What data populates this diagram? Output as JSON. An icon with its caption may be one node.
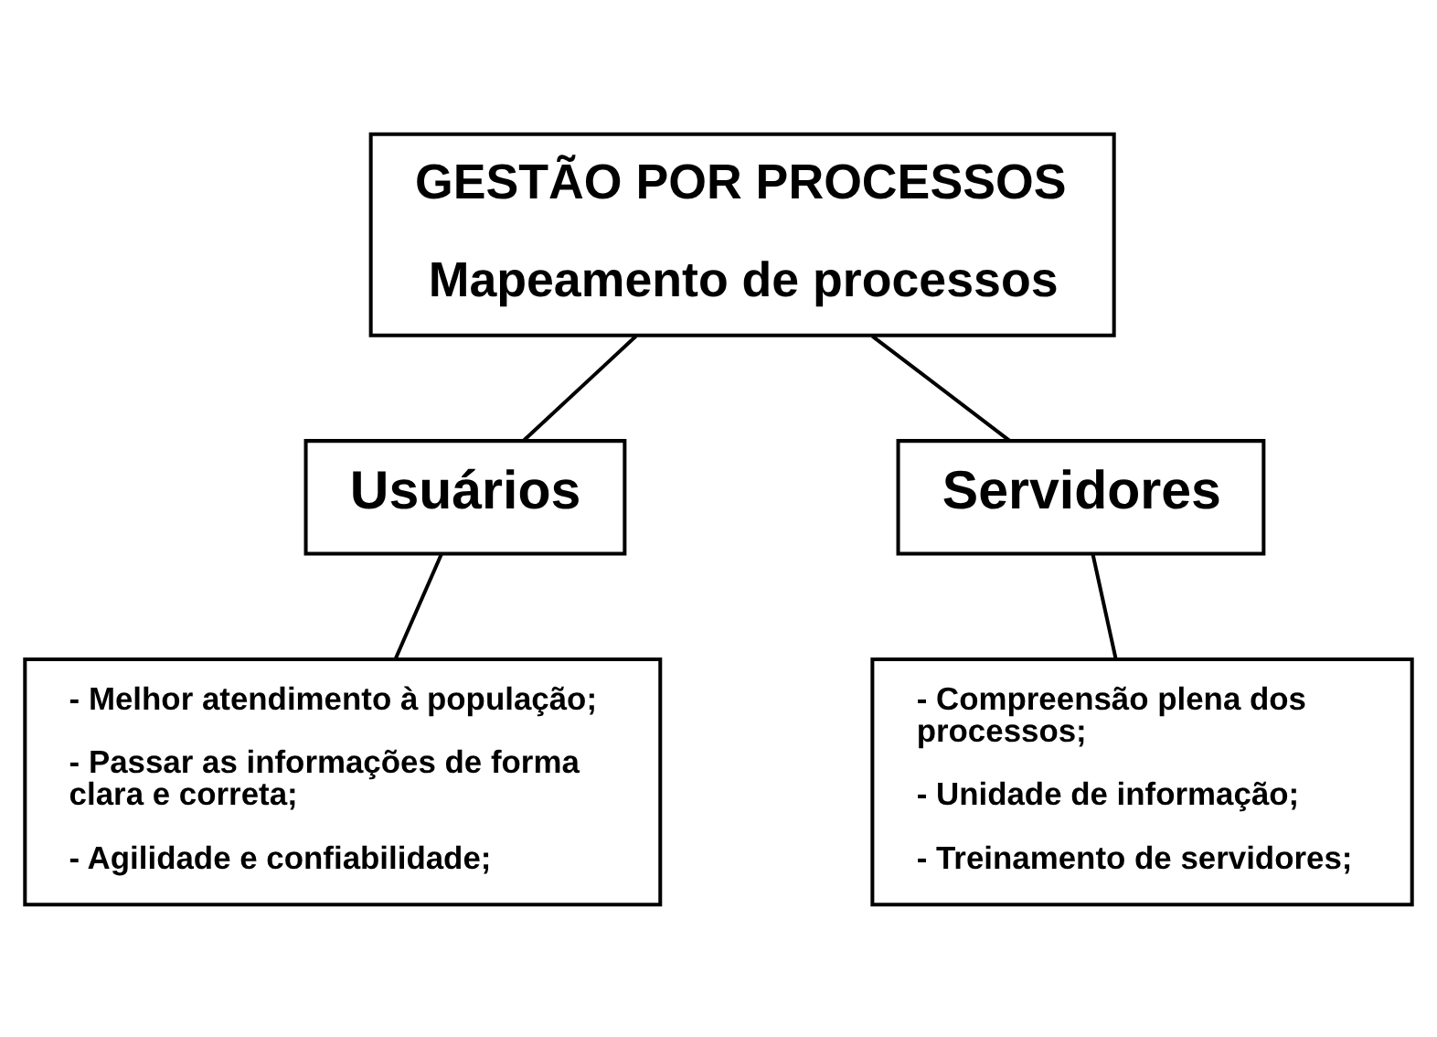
{
  "diagram": {
    "nodes": [
      {
        "text": [
          "GESTÃO POR PROCESSOS",
          "Mapeamento de processos"
        ]
      },
      {
        "text": [
          "Usuários"
        ]
      },
      {
        "text": [
          "Servidores"
        ]
      },
      {
        "text": [
          "- Melhor atendimento à população;",
          "- Passar as informações de forma clara e correta;",
          "- Agilidade e confiabilidade;"
        ]
      },
      {
        "text": [
          "- Compreensão plena dos processos;",
          "- Unidade de informação;",
          "- Treinamento de servidores;"
        ]
      }
    ],
    "edges": [
      {
        "from": 0,
        "to": 1,
        "arrow": "none"
      },
      {
        "from": 0,
        "to": 2,
        "arrow": "none"
      },
      {
        "from": 1,
        "to": 3,
        "arrow": "none"
      },
      {
        "from": 2,
        "to": 4,
        "arrow": "none"
      }
    ]
  }
}
